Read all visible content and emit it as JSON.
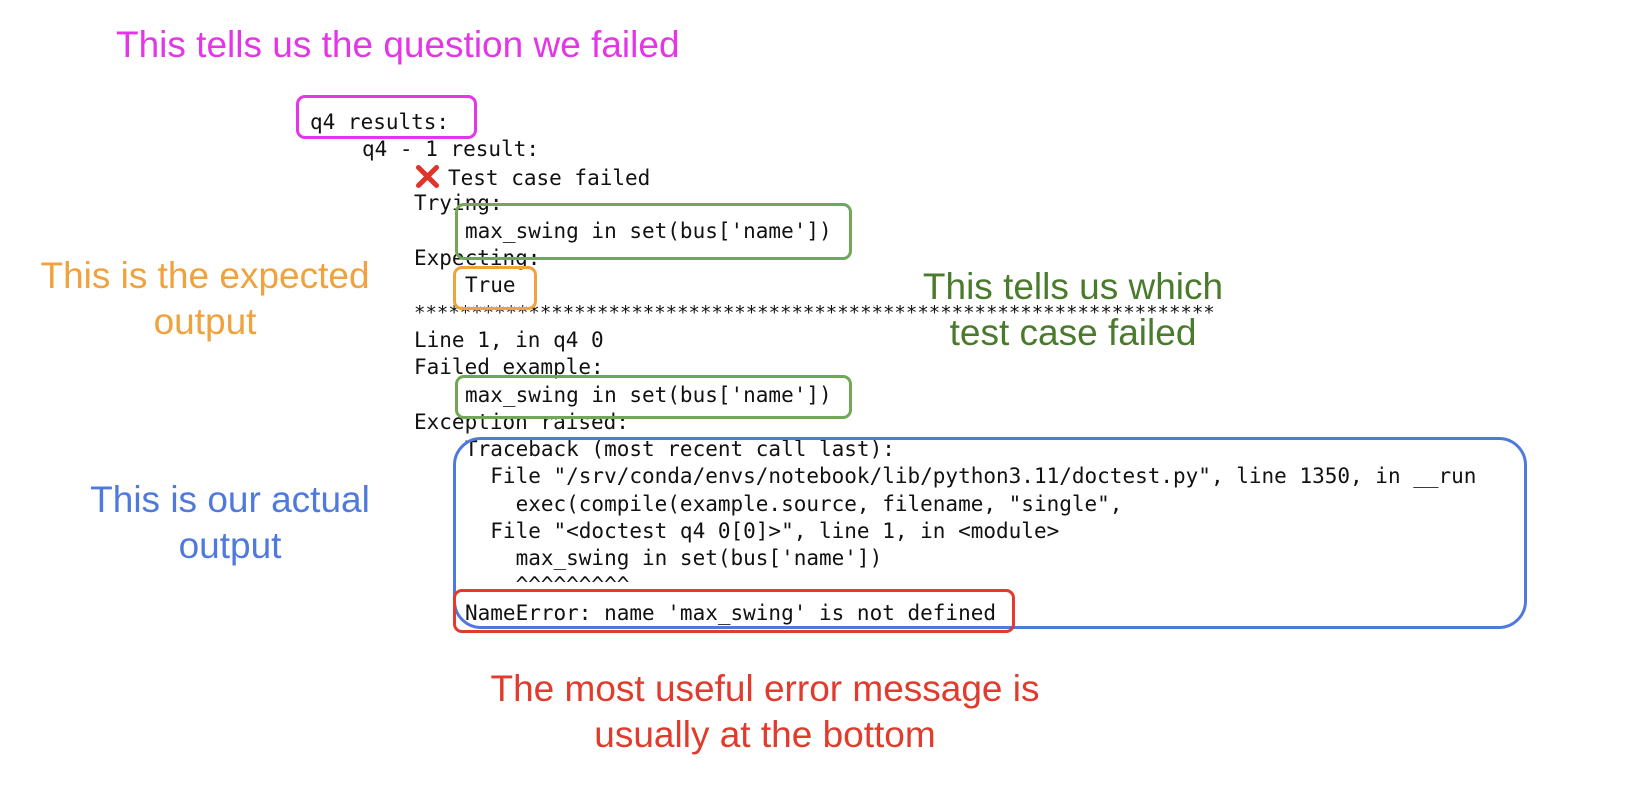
{
  "colors": {
    "question": "#e535e8",
    "expected": "#efa23d",
    "test_case": "#4a7a2c",
    "test_case_box": "#70a856",
    "actual": "#5079dd",
    "error": "#e23a2c",
    "code": "#111111"
  },
  "annotations": {
    "question": "This tells us the question we failed",
    "expected_line1": "This is the expected",
    "expected_line2": "output",
    "test_case_line1": "This tells us which",
    "test_case_line2": "test case failed",
    "actual_line1": "This is our actual",
    "actual_line2": "output",
    "error_line1": "The most useful error message is",
    "error_line2": "usually at the bottom"
  },
  "output": {
    "header": "q4 results:",
    "subheader": "q4 - 1 result:",
    "status_icon": "cross-mark-icon",
    "status": "Test case failed",
    "trying_label": "Trying:",
    "trying_code": "max_swing in set(bus['name'])",
    "expecting_label": "Expecting:",
    "expected_value": "True",
    "separator": "**********************************************************************",
    "line_info": "Line 1, in q4 0",
    "failed_example_label": "Failed example:",
    "failed_code": "max_swing in set(bus['name'])",
    "exception_label": "Exception raised:",
    "traceback": [
      "Traceback (most recent call last):",
      "  File \"/srv/conda/envs/notebook/lib/python3.11/doctest.py\", line 1350, in __run",
      "    exec(compile(example.source, filename, \"single\",",
      "  File \"<doctest q4 0[0]>\", line 1, in <module>",
      "    max_swing in set(bus['name'])",
      "    ^^^^^^^^^"
    ],
    "error_message": "NameError: name 'max_swing' is not defined"
  }
}
